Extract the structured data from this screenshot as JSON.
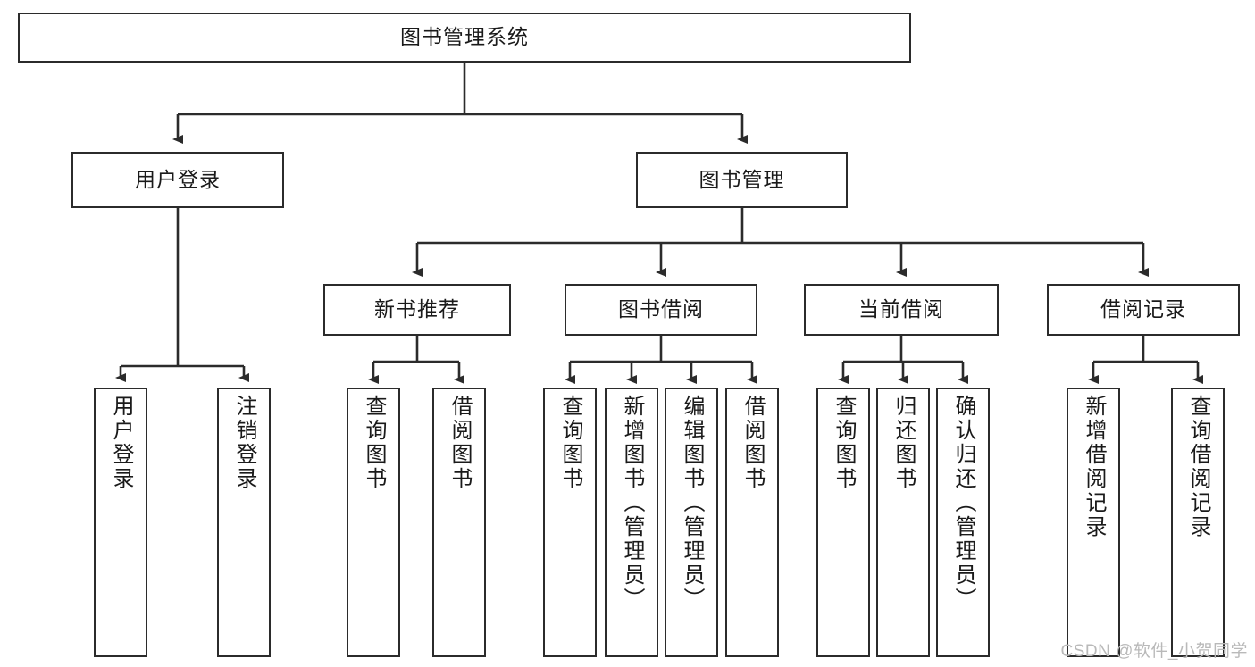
{
  "diagram": {
    "title": "图书管理系统",
    "type": "tree-hierarchy",
    "levels": 4
  },
  "nodes": {
    "root": {
      "label": "图书管理系统"
    },
    "level2": [
      {
        "id": "user-login",
        "label": "用户登录"
      },
      {
        "id": "book-manage",
        "label": "图书管理"
      }
    ],
    "level3": [
      {
        "id": "new-book-recommend",
        "label": "新书推荐"
      },
      {
        "id": "book-borrow",
        "label": "图书借阅"
      },
      {
        "id": "current-borrow",
        "label": "当前借阅"
      },
      {
        "id": "borrow-record",
        "label": "借阅记录"
      }
    ],
    "leaves": {
      "user_login": [
        {
          "id": "leaf-user-login",
          "label": "用户登录"
        },
        {
          "id": "leaf-logout",
          "label": "注销登录"
        }
      ],
      "new_book_recommend": [
        {
          "id": "leaf-query-book-1",
          "label": "查询图书"
        },
        {
          "id": "leaf-borrow-book-1",
          "label": "借阅图书"
        }
      ],
      "book_borrow": [
        {
          "id": "leaf-query-book-2",
          "label": "查询图书"
        },
        {
          "id": "leaf-add-book",
          "label": "新增图书（管理员）"
        },
        {
          "id": "leaf-edit-book",
          "label": "编辑图书（管理员）"
        },
        {
          "id": "leaf-borrow-book-2",
          "label": "借阅图书"
        }
      ],
      "current_borrow": [
        {
          "id": "leaf-query-book-3",
          "label": "查询图书"
        },
        {
          "id": "leaf-return-book",
          "label": "归还图书"
        },
        {
          "id": "leaf-confirm-return",
          "label": "确认归还（管理员）"
        }
      ],
      "borrow_record": [
        {
          "id": "leaf-add-record",
          "label": "新增借阅记录"
        },
        {
          "id": "leaf-query-record",
          "label": "查询借阅记录"
        }
      ]
    }
  },
  "watermark": {
    "text": "CSDN @软件_小贺同学"
  },
  "colors": {
    "border": "#2b2b2b",
    "background": "#ffffff",
    "text": "#1a1a1a",
    "watermark": "#b9b9b9"
  }
}
